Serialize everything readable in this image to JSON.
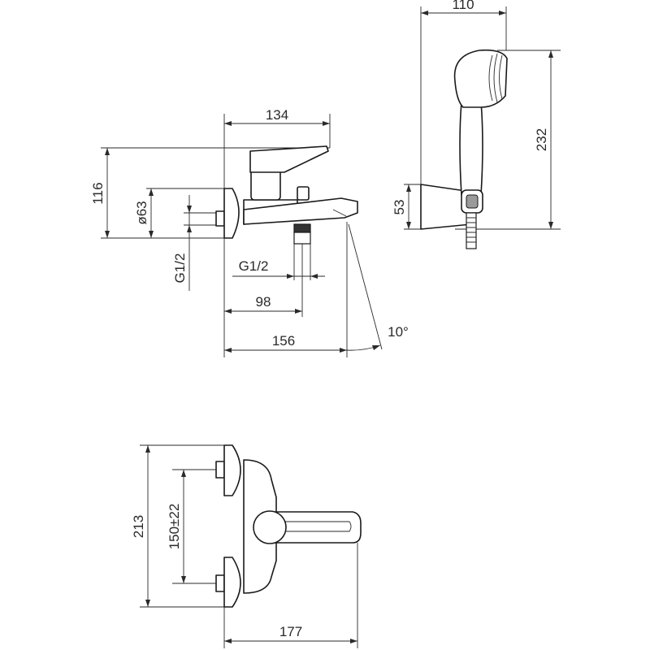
{
  "labels": {
    "shower_width": "110",
    "shower_height": "232",
    "holder_height": "53",
    "body_width": "134",
    "body_height": "116",
    "flange_diameter": "ø63",
    "wall_thread": "G1/2",
    "outlet_thread": "G1/2",
    "outlet_distance": "98",
    "spout_projection": "156",
    "spout_angle": "10°",
    "front_height": "213",
    "inlet_spacing": "150±22",
    "front_width": "177"
  }
}
